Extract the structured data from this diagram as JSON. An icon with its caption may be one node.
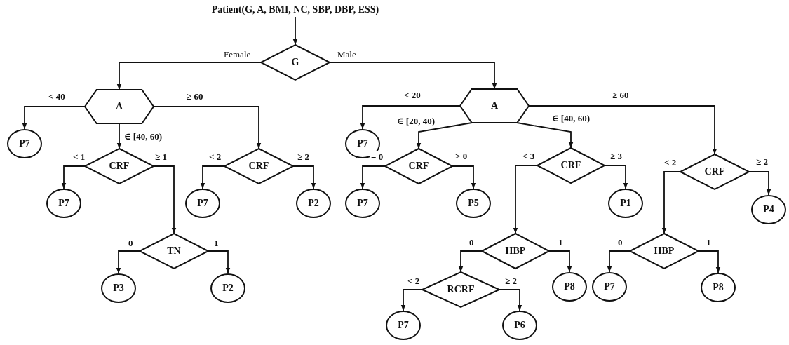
{
  "diagram": {
    "nodes": [
      {
        "text": [
          "Patient(G, A, BMI, NC, SBP, DBP, ESS)"
        ]
      },
      {
        "text": [
          "G"
        ]
      },
      {
        "text": [
          "A"
        ]
      },
      {
        "text": [
          "P7"
        ]
      },
      {
        "text": [
          "CRF"
        ]
      },
      {
        "text": [
          "CRF"
        ]
      },
      {
        "text": [
          "P7"
        ]
      },
      {
        "text": [
          "TN"
        ]
      },
      {
        "text": [
          "P3"
        ]
      },
      {
        "text": [
          "P2"
        ]
      },
      {
        "text": [
          "P7"
        ]
      },
      {
        "text": [
          "P2"
        ]
      },
      {
        "text": [
          "A"
        ]
      },
      {
        "text": [
          "P7"
        ]
      },
      {
        "text": [
          "CRF"
        ]
      },
      {
        "text": [
          "CRF"
        ]
      },
      {
        "text": [
          "CRF"
        ]
      },
      {
        "text": [
          "P7"
        ]
      },
      {
        "text": [
          "P5"
        ]
      },
      {
        "text": [
          "P1"
        ]
      },
      {
        "text": [
          "HBP"
        ]
      },
      {
        "text": [
          "P4"
        ]
      },
      {
        "text": [
          "HBP"
        ]
      },
      {
        "text": [
          "RCRF"
        ]
      },
      {
        "text": [
          "P8"
        ]
      },
      {
        "text": [
          "P7"
        ]
      },
      {
        "text": [
          "P8"
        ]
      },
      {
        "text": [
          "P7"
        ]
      },
      {
        "text": [
          "P6"
        ]
      }
    ],
    "edges": [
      {
        "from": 0,
        "to": 1,
        "arrow": "to"
      },
      {
        "from": 1,
        "to": 2,
        "arrow": "to",
        "label": "Female"
      },
      {
        "from": 1,
        "to": 12,
        "arrow": "to",
        "label": "Male"
      },
      {
        "from": 2,
        "to": 3,
        "arrow": "to",
        "label": "< 40"
      },
      {
        "from": 2,
        "to": 4,
        "arrow": "to",
        "label": "∈ [40, 60)"
      },
      {
        "from": 2,
        "to": 5,
        "arrow": "to",
        "label": "≥ 60"
      },
      {
        "from": 4,
        "to": 6,
        "arrow": "to",
        "label": "< 1"
      },
      {
        "from": 4,
        "to": 7,
        "arrow": "to",
        "label": "≥ 1"
      },
      {
        "from": 7,
        "to": 8,
        "arrow": "to",
        "label": "0"
      },
      {
        "from": 7,
        "to": 9,
        "arrow": "to",
        "label": "1"
      },
      {
        "from": 5,
        "to": 10,
        "arrow": "to",
        "label": "< 2"
      },
      {
        "from": 5,
        "to": 11,
        "arrow": "to",
        "label": "≥ 2"
      },
      {
        "from": 12,
        "to": 13,
        "arrow": "to",
        "label": "< 20"
      },
      {
        "from": 12,
        "to": 14,
        "arrow": "to",
        "label": "∈ [20, 40)"
      },
      {
        "from": 12,
        "to": 15,
        "arrow": "to",
        "label": "∈ [40, 60)"
      },
      {
        "from": 12,
        "to": 16,
        "arrow": "to",
        "label": "≥ 60"
      },
      {
        "from": 14,
        "to": 17,
        "arrow": "to",
        "label": "= 0"
      },
      {
        "from": 14,
        "to": 18,
        "arrow": "to",
        "label": "> 0"
      },
      {
        "from": 15,
        "to": 20,
        "arrow": "to",
        "label": "< 3"
      },
      {
        "from": 15,
        "to": 19,
        "arrow": "to",
        "label": "≥ 3"
      },
      {
        "from": 16,
        "to": 22,
        "arrow": "to",
        "label": "< 2"
      },
      {
        "from": 16,
        "to": 21,
        "arrow": "to",
        "label": "≥ 2"
      },
      {
        "from": 20,
        "to": 23,
        "arrow": "to",
        "label": "0"
      },
      {
        "from": 20,
        "to": 24,
        "arrow": "to",
        "label": "1"
      },
      {
        "from": 22,
        "to": 25,
        "arrow": "to",
        "label": "0"
      },
      {
        "from": 22,
        "to": 26,
        "arrow": "to",
        "label": "1"
      },
      {
        "from": 23,
        "to": 27,
        "arrow": "to",
        "label": "< 2"
      },
      {
        "from": 23,
        "to": 28,
        "arrow": "to",
        "label": "≥ 2"
      }
    ]
  }
}
